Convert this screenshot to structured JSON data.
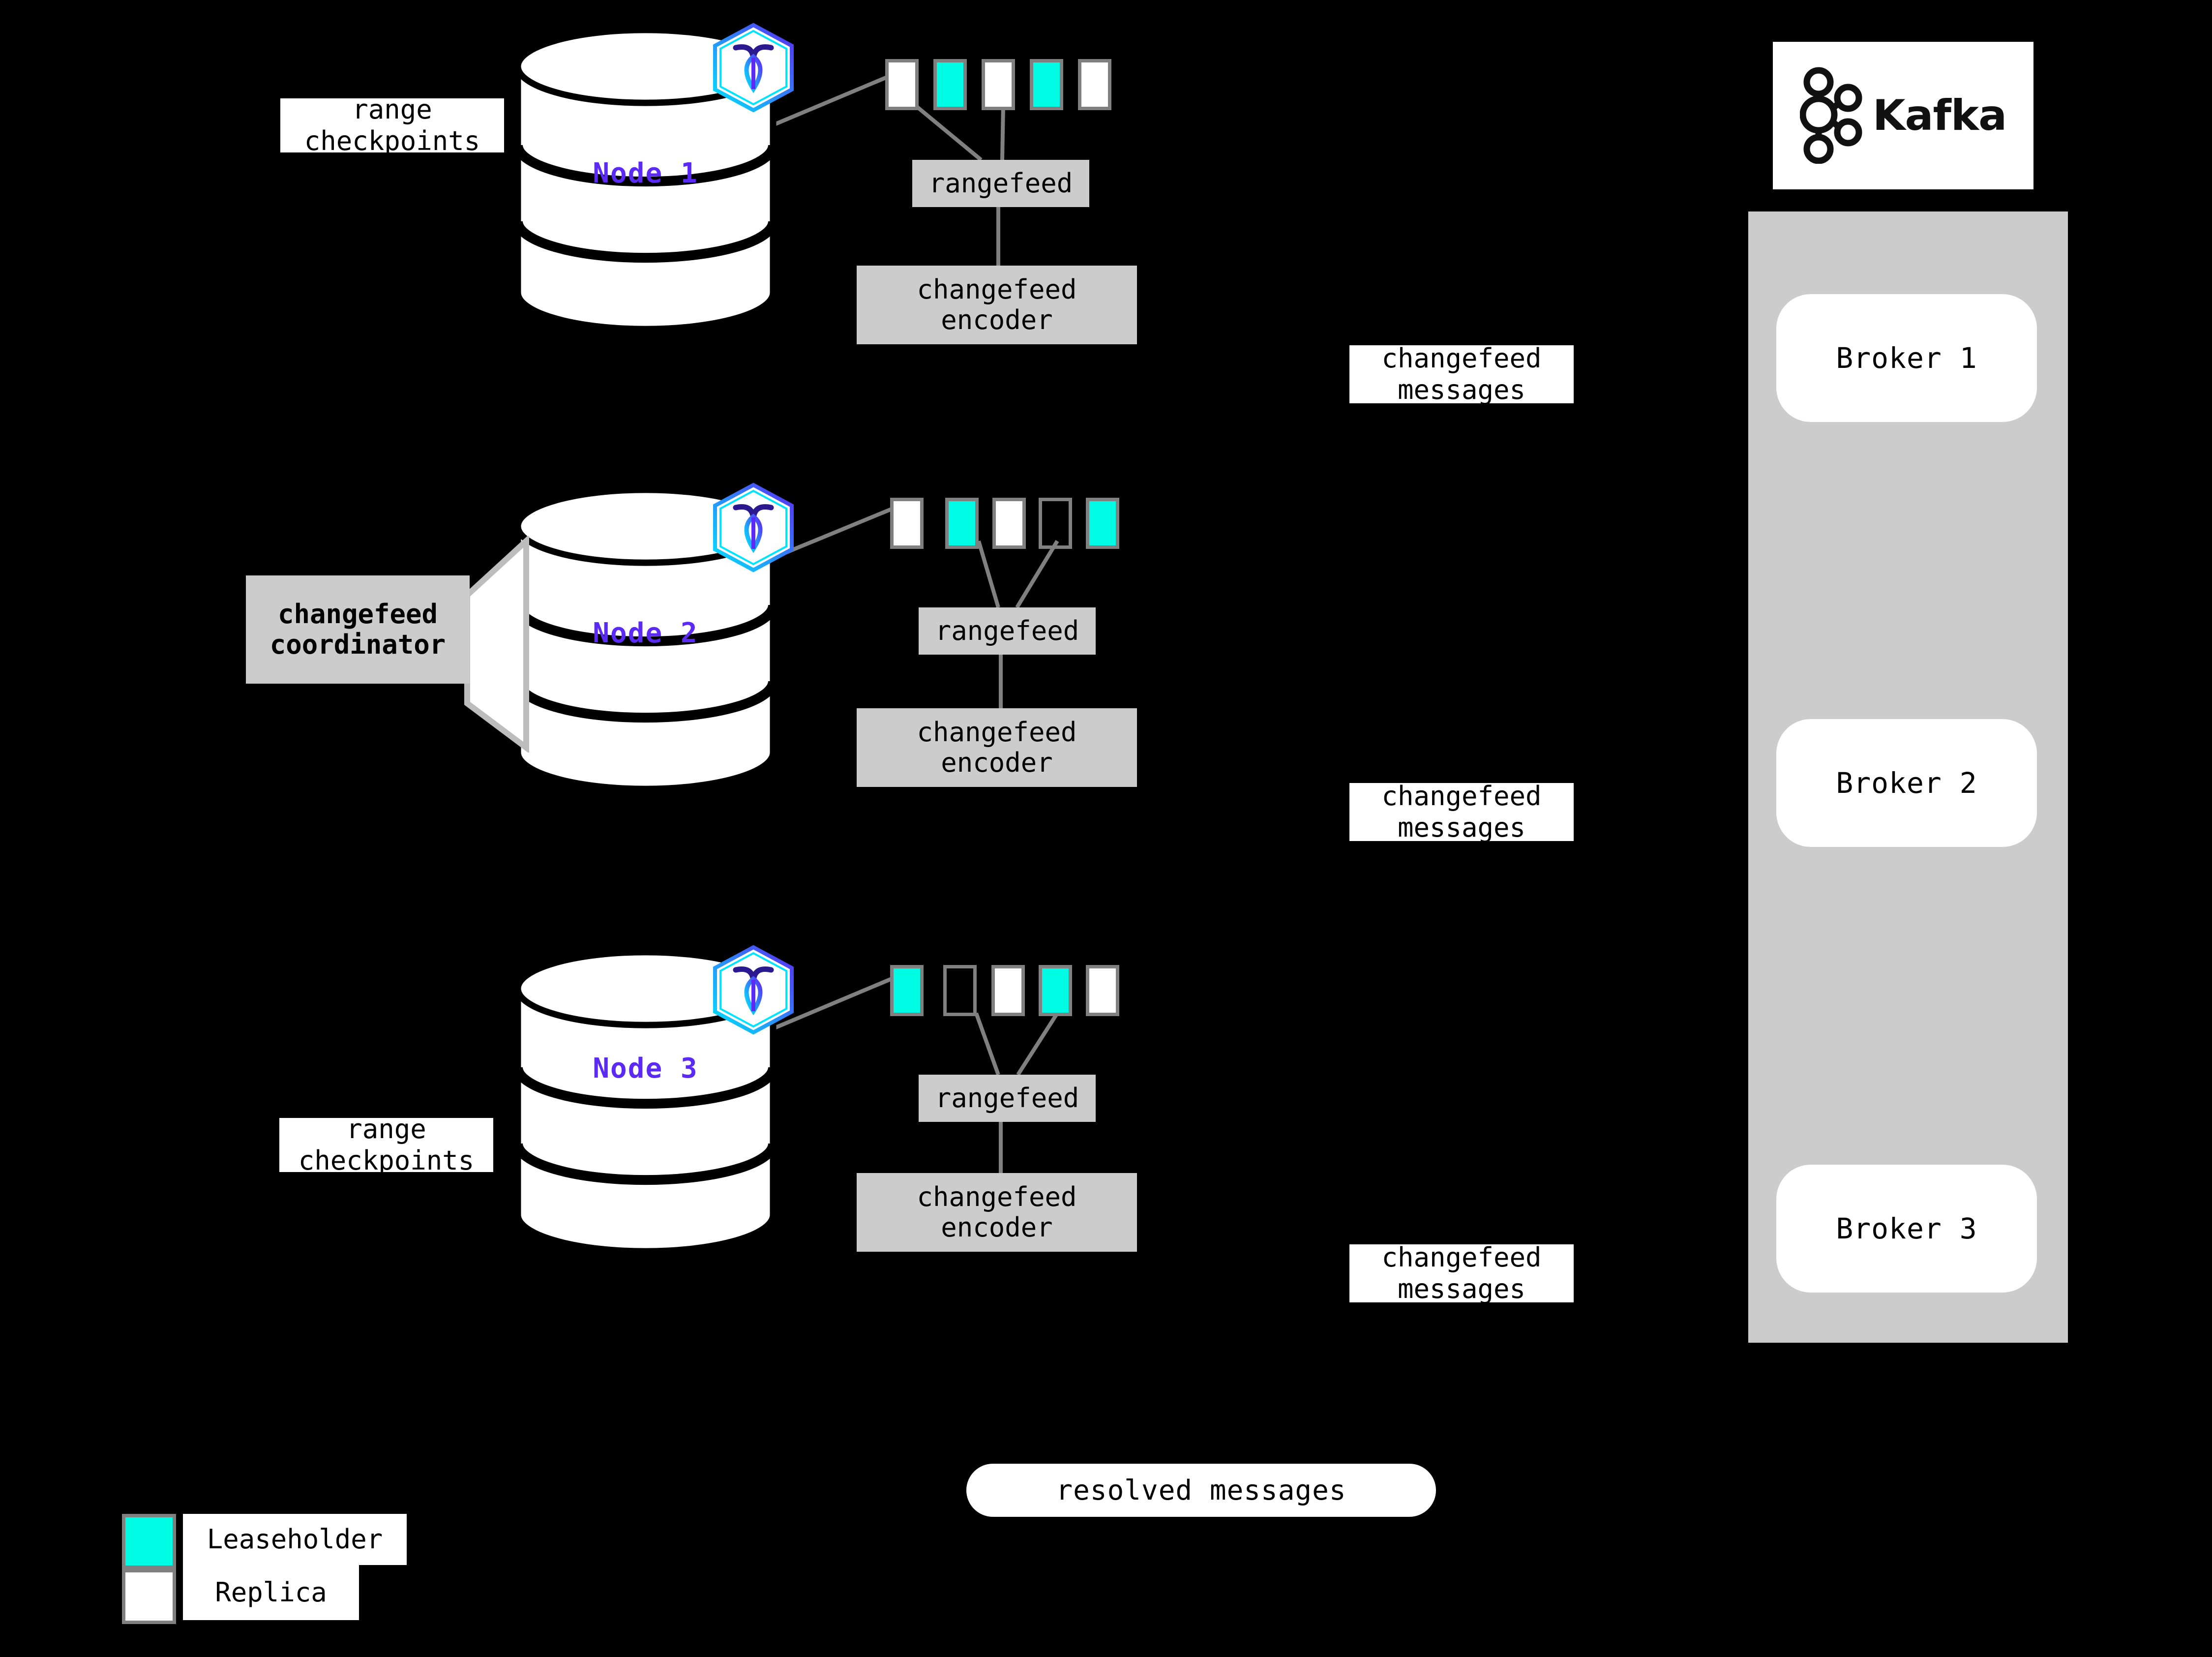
{
  "diagram": {
    "title": "CockroachDB changefeed to Kafka architecture",
    "background": "#000000",
    "accent_leaseholder": "#00fbe4",
    "accent_replica": "#ffffff",
    "accent_node_label": "#5b2bf5",
    "accent_box": "#cccccc",
    "accent_border": "#808080"
  },
  "nodes": [
    {
      "id": "node-1",
      "label": "Node 1",
      "badge": "cockroachdb-logo",
      "side_label": "range\ncheckpoints",
      "ranges": [
        {
          "kind": "replica"
        },
        {
          "kind": "leaseholder"
        },
        {
          "kind": "replica"
        },
        {
          "kind": "leaseholder"
        },
        {
          "kind": "replica"
        }
      ],
      "rangefeed_label": "rangefeed",
      "encoder_label": "changefeed\nencoder",
      "messages_label": "changefeed\nmessages"
    },
    {
      "id": "node-2",
      "label": "Node 2",
      "badge": "cockroachdb-logo",
      "coordinator_label": "changefeed\ncoordinator",
      "ranges": [
        {
          "kind": "replica"
        },
        {
          "kind": "leaseholder"
        },
        {
          "kind": "replica"
        },
        {
          "kind": "empty"
        },
        {
          "kind": "leaseholder"
        }
      ],
      "rangefeed_label": "rangefeed",
      "encoder_label": "changefeed\nencoder",
      "messages_label": "changefeed\nmessages"
    },
    {
      "id": "node-3",
      "label": "Node 3",
      "badge": "cockroachdb-logo",
      "side_label": "range\ncheckpoints",
      "ranges": [
        {
          "kind": "leaseholder"
        },
        {
          "kind": "empty"
        },
        {
          "kind": "replica"
        },
        {
          "kind": "leaseholder"
        },
        {
          "kind": "replica"
        }
      ],
      "rangefeed_label": "rangefeed",
      "encoder_label": "changefeed\nencoder",
      "messages_label": "changefeed\nmessages"
    }
  ],
  "kafka": {
    "logo_text": "Kafka",
    "brokers": [
      {
        "label": "Broker 1"
      },
      {
        "label": "Broker 2"
      },
      {
        "label": "Broker 3"
      }
    ]
  },
  "resolved": {
    "label": "resolved messages"
  },
  "legend": {
    "items": [
      {
        "swatch": "leaseholder",
        "label": "Leaseholder"
      },
      {
        "swatch": "replica",
        "label": "Replica"
      }
    ]
  }
}
